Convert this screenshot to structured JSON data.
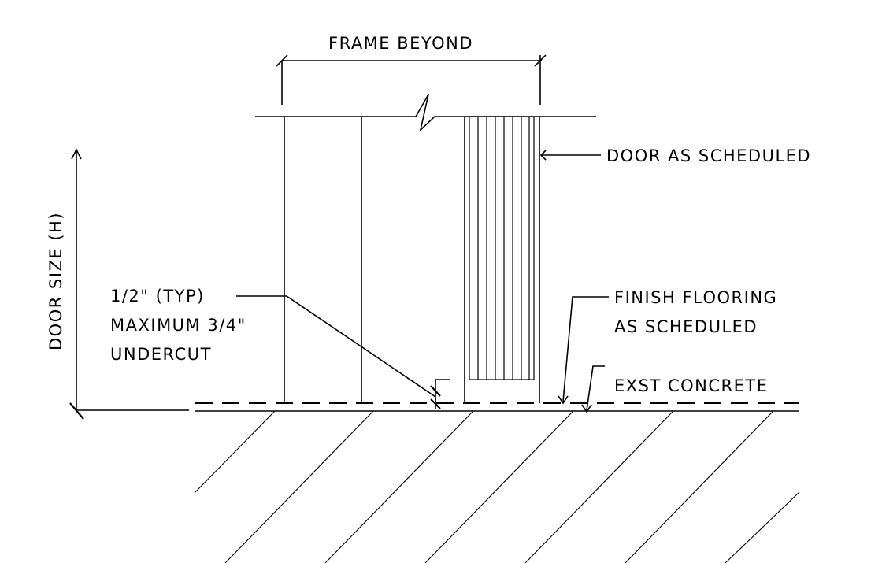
{
  "labels": {
    "frame_beyond": "FRAME BEYOND",
    "door_as_scheduled": "DOOR AS SCHEDULED",
    "door_size": "DOOR SIZE (H)",
    "undercut_line1": "1/2\" (TYP)",
    "undercut_line2": "MAXIMUM 3/4\"",
    "undercut_line3": "UNDERCUT",
    "finish_flooring_line1": "FINISH FLOORING",
    "finish_flooring_line2": "AS SCHEDULED",
    "exst_concrete": "EXST CONCRETE"
  }
}
